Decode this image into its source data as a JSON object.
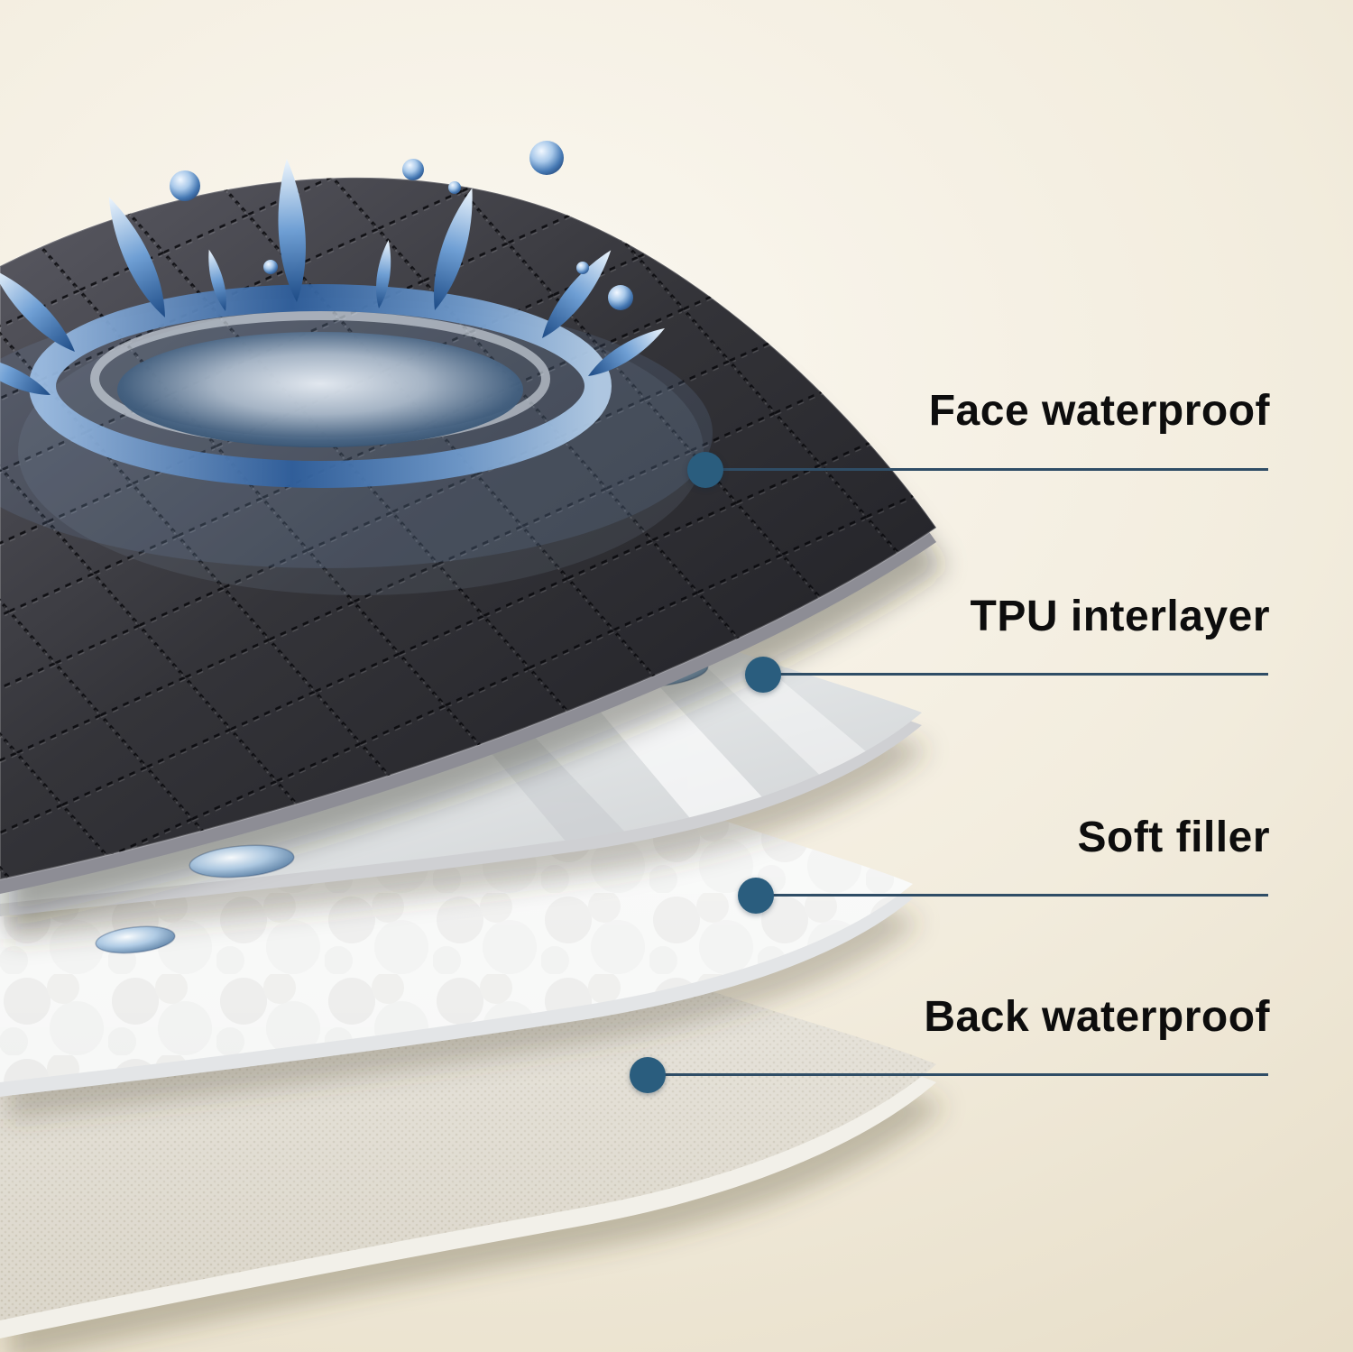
{
  "colors": {
    "accent": "#2a5d7e",
    "connector": "#2f4d66",
    "text": "#0d0d0d",
    "bg_center": "#fbf8f1",
    "bg_mid": "#f2ecdd",
    "bg_edge": "#e5dbc4"
  },
  "diagram": {
    "callouts": [
      {
        "label": "Face waterproof"
      },
      {
        "label": "TPU interlayer"
      },
      {
        "label": "Soft filler"
      },
      {
        "label": "Back waterproof"
      }
    ]
  }
}
